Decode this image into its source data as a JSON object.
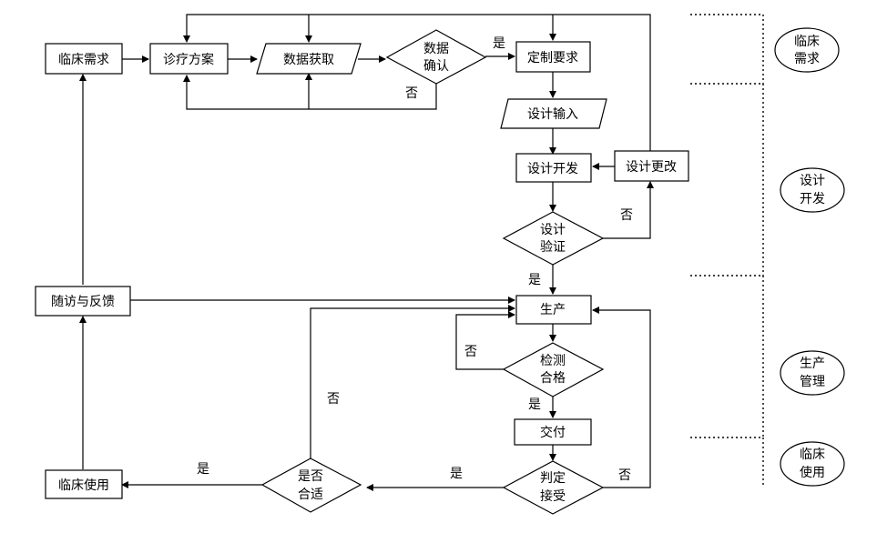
{
  "nodes": {
    "clinical_need": "临床需求",
    "treatment_plan": "诊疗方案",
    "data_acquisition": "数据获取",
    "data_confirm": [
      "数据",
      "确认"
    ],
    "custom_requirement": "定制要求",
    "design_input": "设计输入",
    "design_development": "设计开发",
    "design_change": "设计更改",
    "design_verify": [
      "设计",
      "验证"
    ],
    "production": "生产",
    "inspection_pass": [
      "检测",
      "合格"
    ],
    "delivery": "交付",
    "accept_judgement": [
      "判定",
      "接受"
    ],
    "is_suitable": [
      "是否",
      "合适"
    ],
    "clinical_use": "临床使用",
    "follow_up_feedback": "随访与反馈"
  },
  "edge_labels": {
    "yes": "是",
    "no": "否"
  },
  "phases": [
    [
      "临床",
      "需求"
    ],
    [
      "设计",
      "开发"
    ],
    [
      "生产",
      "管理"
    ],
    [
      "临床",
      "使用"
    ]
  ]
}
